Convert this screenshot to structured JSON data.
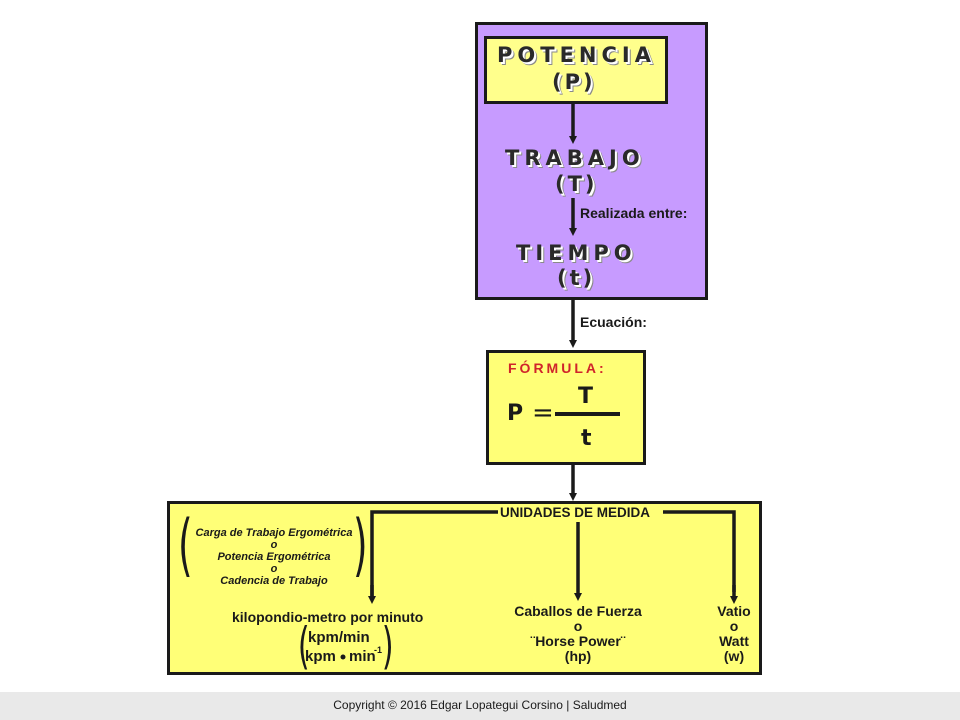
{
  "potencia": {
    "title": "POTENCIA",
    "symbol": "(P)"
  },
  "trabajo": {
    "title": "TRABAJO",
    "symbol": "(T)"
  },
  "realizada": "Realizada entre:",
  "tiempo": {
    "title": "TIEMPO",
    "symbol": "(t)"
  },
  "ecuacion": "Ecuación:",
  "formula": {
    "label": "FÓRMULA:",
    "lhs": "P",
    "equals": "=",
    "numerator": "T",
    "denominator": "t"
  },
  "units": {
    "header": "UNIDADES DE MEDIDA",
    "synonyms": [
      "Carga de Trabajo Ergométrica",
      "o",
      "Potencia Ergométrica",
      "o",
      "Cadencia de Trabajo"
    ],
    "kpm": {
      "title": "kilopondio-metro por minuto",
      "line1": "kpm/min",
      "line2a": "kpm",
      "line2b": "min",
      "exp": "-1"
    },
    "hp": {
      "line1": "Caballos de Fuerza",
      "line2": "o",
      "line3": "¨Horse Power¨",
      "line4": "(hp)"
    },
    "watt": {
      "line1": "Vatio",
      "line2": "o",
      "line3": "Watt",
      "line4": "(w)"
    }
  },
  "footer": "Copyright © 2016 Edgar Lopategui Corsino | Saludmed"
}
